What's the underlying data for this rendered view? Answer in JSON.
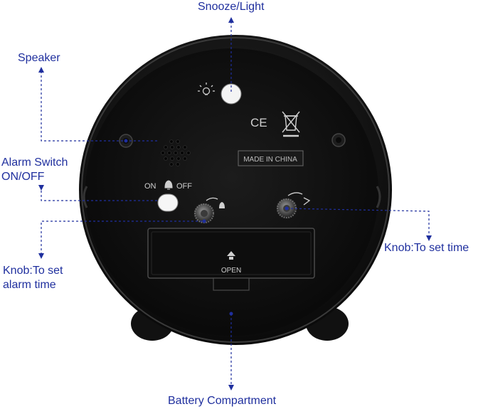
{
  "labels": {
    "snooze_light": "Snooze/Light",
    "speaker": "Speaker",
    "alarm_switch_line1": "Alarm Switch",
    "alarm_switch_line2": "ON/OFF",
    "knob_alarm_line1": "Knob:To set",
    "knob_alarm_line2": "alarm time",
    "knob_time": "Knob:To set time",
    "battery": "Battery Compartment"
  },
  "device_markings": {
    "ce": "CE",
    "made_in": "MADE IN CHINA",
    "switch_on": "ON",
    "switch_off": "OFF",
    "open": "OPEN"
  },
  "colors": {
    "callout": "#1f2f9e",
    "body": "#161616",
    "face": "#0c0c0c"
  },
  "icons": {
    "light": "light-bulb-icon",
    "weee": "crossed-bin-icon",
    "bell": "bell-icon",
    "arrow": "arrowhead-icon"
  }
}
